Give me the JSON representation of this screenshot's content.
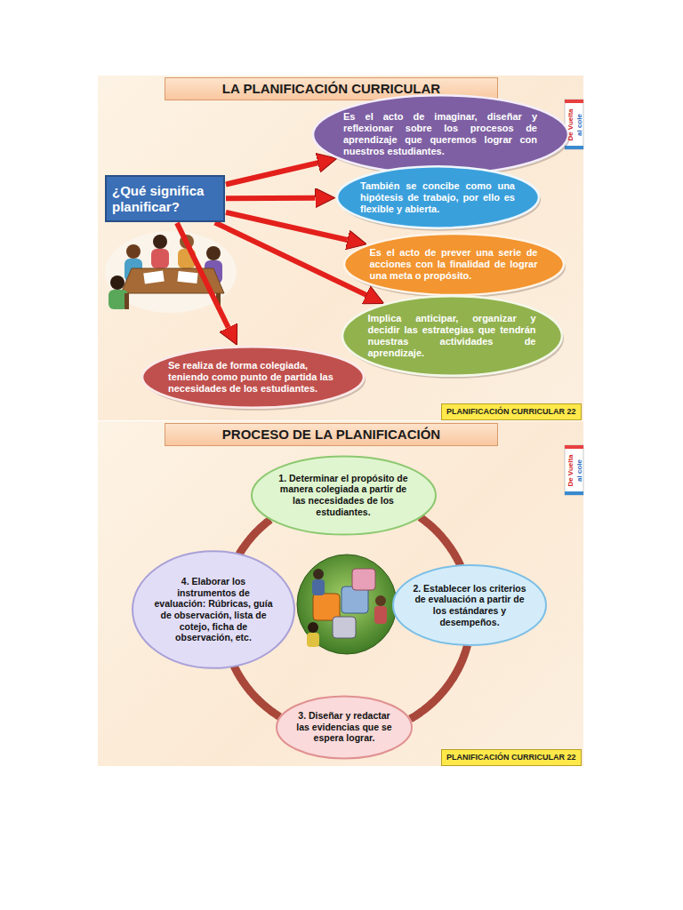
{
  "diagram": {
    "nodes": [
      {
        "text": [
          "LA PLANIFICACIÓN CURRICULAR"
        ]
      },
      {
        "text": [
          "¿Qué significa planificar?"
        ]
      },
      {
        "text": [
          "Es el acto de imaginar, diseñar y reflexionar sobre los procesos de aprendizaje que queremos lograr con nuestros estudiantes."
        ]
      },
      {
        "text": [
          "También se concibe como una hipótesis de trabajo, por ello es flexible y abierta."
        ]
      },
      {
        "text": [
          "Es el acto de prever una serie de acciones con la finalidad de lograr una meta o propósito."
        ]
      },
      {
        "text": [
          "Implica anticipar, organizar y decidir las estrategias que tendrán nuestras actividades de aprendizaje."
        ]
      },
      {
        "text": [
          "Se realiza de forma colegiada, teniendo como punto de partida las necesidades de los estudiantes."
        ]
      },
      {
        "text": [
          "PLANIFICACIÓN CURRICULAR 22"
        ]
      },
      {
        "text": [
          "PROCESO DE LA PLANIFICACIÓN"
        ]
      },
      {
        "text": [
          "1. Determinar el propósito de manera colegiada a partir de las necesidades de los estudiantes."
        ]
      },
      {
        "text": [
          "2. Establecer los criterios de evaluación a partir de los estándares y desempeños."
        ]
      },
      {
        "text": [
          "3. Diseñar y redactar las evidencias que se espera lograr."
        ]
      },
      {
        "text": [
          "4. Elaborar los instrumentos de evaluación: Rúbricas, guía de observación, lista de cotejo, ficha de observación, etc."
        ]
      },
      {
        "text": [
          "PLANIFICACIÓN CURRICULAR 22"
        ]
      }
    ],
    "edges": [
      {
        "from": 1,
        "to": 2,
        "arrow": "to"
      },
      {
        "from": 1,
        "to": 3,
        "arrow": "to"
      },
      {
        "from": 1,
        "to": 4,
        "arrow": "to"
      },
      {
        "from": 1,
        "to": 5,
        "arrow": "to"
      },
      {
        "from": 1,
        "to": 6,
        "arrow": "to"
      },
      {
        "from": 9,
        "to": 10,
        "arrow": "none"
      },
      {
        "from": 10,
        "to": 11,
        "arrow": "none"
      },
      {
        "from": 11,
        "to": 12,
        "arrow": "none"
      },
      {
        "from": 12,
        "to": 9,
        "arrow": "none"
      }
    ],
    "labels": [
      "De Vuelta",
      "al cole",
      "De Vuelta",
      "al cole"
    ]
  }
}
